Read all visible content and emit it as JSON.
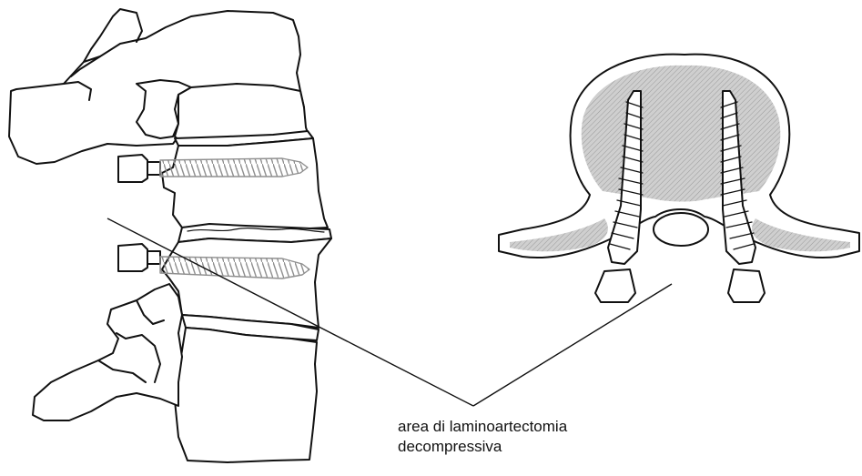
{
  "annotation": {
    "line1": "area di laminoartectomia",
    "line2": "decompressiva"
  },
  "colors": {
    "outline": "#111111",
    "bone_fill": "#ffffff",
    "cancellous_shade": "#c9c9c9",
    "screw_gray": "#8f8f8f",
    "text": "#111111"
  },
  "icons": {
    "lateral_view": "lumbar-spine-lateral-illustration",
    "axial_view": "vertebra-axial-illustration",
    "screw": "pedicle-screw-icon"
  }
}
